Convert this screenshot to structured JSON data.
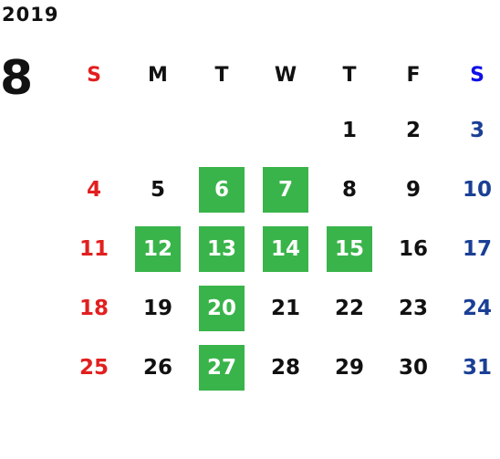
{
  "year": "2019",
  "month": "8",
  "colors": {
    "sunday": "#e21f1f",
    "saturday": "#1a3f95",
    "saturday_header": "#1010e8",
    "highlight": "#39b44a"
  },
  "weekdays": [
    "S",
    "M",
    "T",
    "W",
    "T",
    "F",
    "S"
  ],
  "weeks": [
    [
      {
        "day": ""
      },
      {
        "day": ""
      },
      {
        "day": ""
      },
      {
        "day": ""
      },
      {
        "day": "1",
        "hl": false
      },
      {
        "day": "2",
        "hl": false
      },
      {
        "day": "3",
        "hl": false
      }
    ],
    [
      {
        "day": "4",
        "hl": false
      },
      {
        "day": "5",
        "hl": false
      },
      {
        "day": "6",
        "hl": true
      },
      {
        "day": "7",
        "hl": true
      },
      {
        "day": "8",
        "hl": false
      },
      {
        "day": "9",
        "hl": false
      },
      {
        "day": "10",
        "hl": false
      }
    ],
    [
      {
        "day": "11",
        "hl": false
      },
      {
        "day": "12",
        "hl": true
      },
      {
        "day": "13",
        "hl": true
      },
      {
        "day": "14",
        "hl": true
      },
      {
        "day": "15",
        "hl": true
      },
      {
        "day": "16",
        "hl": false
      },
      {
        "day": "17",
        "hl": false
      }
    ],
    [
      {
        "day": "18",
        "hl": false
      },
      {
        "day": "19",
        "hl": false
      },
      {
        "day": "20",
        "hl": true
      },
      {
        "day": "21",
        "hl": false
      },
      {
        "day": "22",
        "hl": false
      },
      {
        "day": "23",
        "hl": false
      },
      {
        "day": "24",
        "hl": false
      }
    ],
    [
      {
        "day": "25",
        "hl": false
      },
      {
        "day": "26",
        "hl": false
      },
      {
        "day": "27",
        "hl": true
      },
      {
        "day": "28",
        "hl": false
      },
      {
        "day": "29",
        "hl": false
      },
      {
        "day": "30",
        "hl": false
      },
      {
        "day": "31",
        "hl": false
      }
    ]
  ]
}
